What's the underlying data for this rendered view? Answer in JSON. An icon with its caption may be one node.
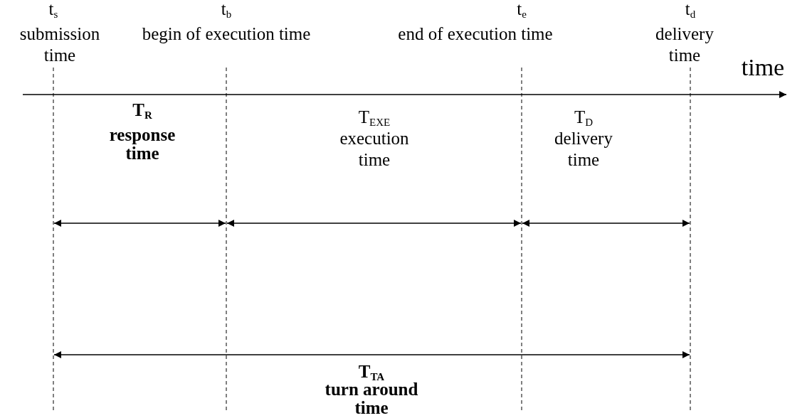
{
  "diagram": {
    "labels": [
      "t$_{s}$",
      "submission time",
      "t$_{b}$",
      "begin of execution time",
      "t$_{e}$",
      "end of execution time",
      "t$_{d}$",
      "delivery time",
      "time",
      "T$_{R}$",
      "response time",
      "T$_{EXE}$",
      "execution time",
      "T$_{D}$",
      "delivery time",
      "T$_{TA}$",
      "turn around time"
    ]
  }
}
